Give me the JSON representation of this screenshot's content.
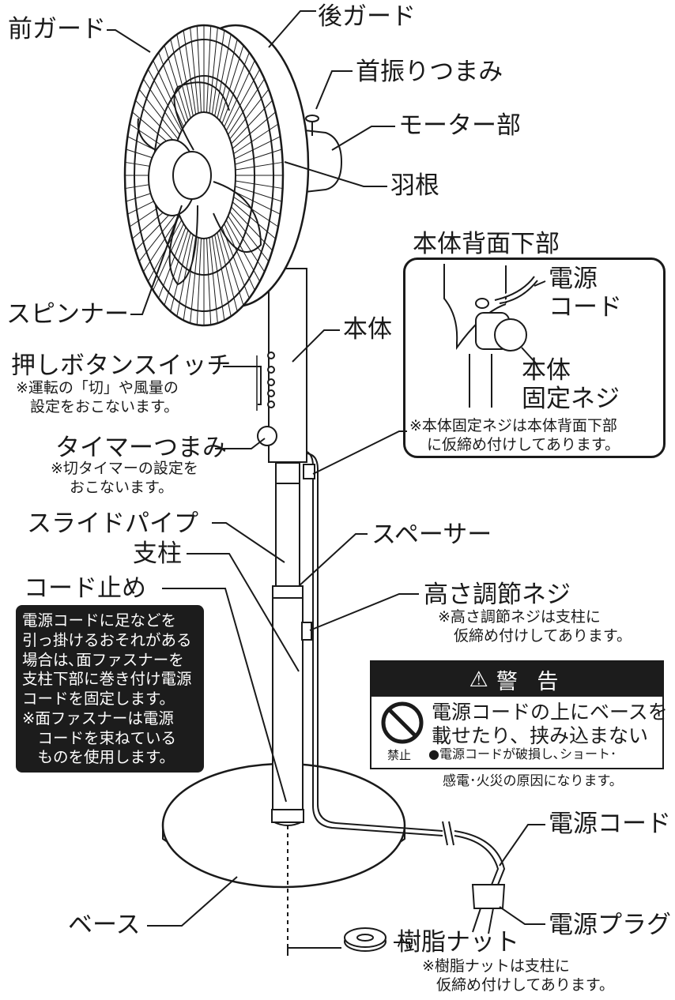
{
  "labels": {
    "front_guard": "前ガード",
    "rear_guard": "後ガード",
    "oscillation_knob": "首振りつまみ",
    "motor": "モーター部",
    "blade": "羽根",
    "spinner": "スピンナー",
    "body": "本体",
    "push_button": "押しボタンスイッチ",
    "push_button_note_1": "※運転の「切」や風量の",
    "push_button_note_2": "設定をおこないます。",
    "timer_knob": "タイマーつまみ",
    "timer_note_1": "※切タイマーの設定を",
    "timer_note_2": "おこないます。",
    "slide_pipe": "スライドパイプ",
    "pole": "支柱",
    "cord_stopper": "コード止め",
    "spacer": "スペーサー",
    "height_screw": "高さ調節ネジ",
    "height_note_1": "※高さ調節ネジは支柱に",
    "height_note_2": "仮締め付けしてあります。",
    "power_cord": "電源コード",
    "power_plug": "電源プラグ",
    "base": "ベース",
    "resin_nut": "樹脂ナット",
    "nut_note_1": "※樹脂ナットは支柱に",
    "nut_note_2": "仮締め付けしてあります。"
  },
  "cord_note": [
    "電源コードに足などを",
    "引っ掛けるおそれがある",
    "場合は､面ファスナーを",
    "支柱下部に巻き付け電源",
    "コードを固定します。",
    "※面ファスナーは電源",
    "　コードを束ねている",
    "　ものを使用します。"
  ],
  "inset": {
    "title": "本体背面下部",
    "cord_1": "電源",
    "cord_2": "コード",
    "screw_1": "本体",
    "screw_2": "固定ネジ",
    "note_1": "※本体固定ネジは本体背面下部",
    "note_2": "に仮締め付けしてあります。"
  },
  "warning": {
    "symbol": "⚠",
    "title": "警 告",
    "prohibit_label": "禁止",
    "line_1": "電源コードの上にベースを",
    "line_2": "載せたり、挟み込まない",
    "bullet_1": "●電源コードが破損し､ショート･",
    "bullet_2": "感電･火災の原因になります。"
  }
}
